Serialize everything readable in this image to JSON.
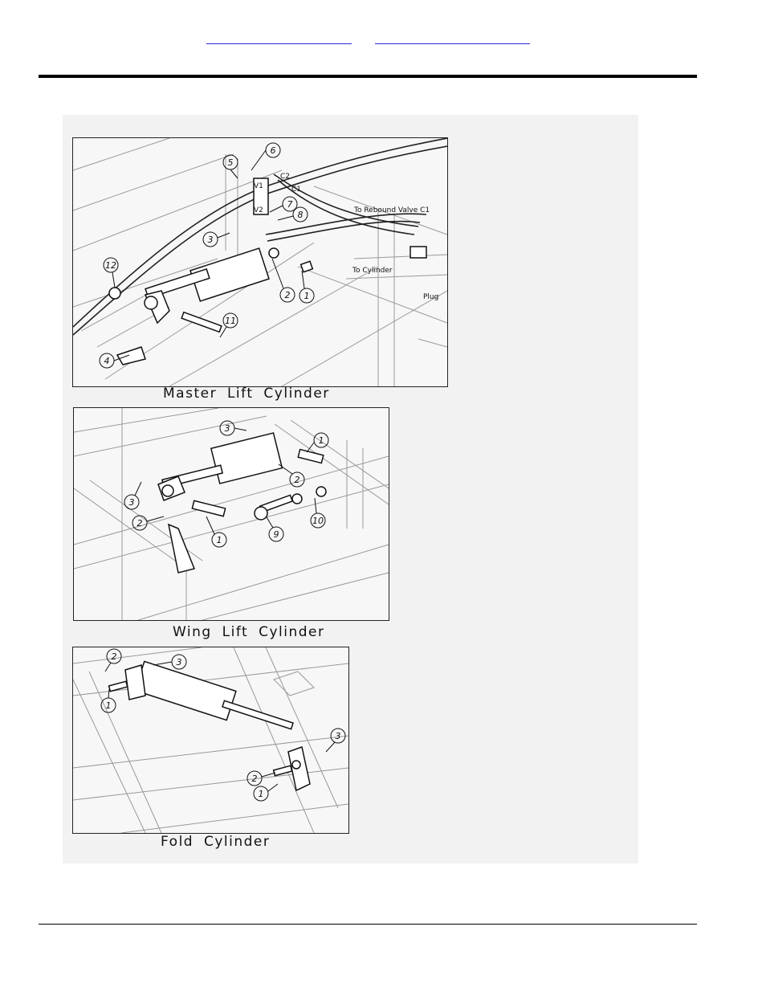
{
  "header": {
    "link_left": "",
    "link_right": ""
  },
  "panels": {
    "master": {
      "caption": "Master Lift Cylinder",
      "callouts": [
        "6",
        "5",
        "7",
        "8",
        "3",
        "12",
        "2",
        "1",
        "11",
        "4"
      ],
      "notes": {
        "to_rebound": "To Rebound Valve C1",
        "to_cylinder": "To Cylinder",
        "plug": "Plug",
        "c2": "C2",
        "c1": "C1",
        "v1": "V1",
        "v2": "V2"
      }
    },
    "wing": {
      "caption": "Wing Lift Cylinder",
      "callouts": [
        "3",
        "1",
        "2",
        "3",
        "2",
        "1",
        "9",
        "10"
      ]
    },
    "fold": {
      "caption": "Fold Cylinder",
      "callouts": [
        "2",
        "3",
        "1",
        "3",
        "2",
        "1"
      ]
    }
  }
}
